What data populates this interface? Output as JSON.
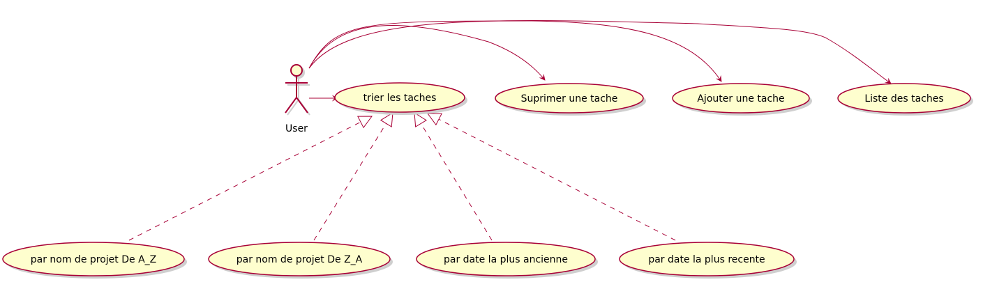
{
  "diagram": {
    "type": "use-case",
    "actor": {
      "label": "User"
    },
    "use_cases": [
      {
        "id": "trier",
        "label": "trier les taches"
      },
      {
        "id": "suprimer",
        "label": "Suprimer une tache"
      },
      {
        "id": "ajouter",
        "label": "Ajouter une tache"
      },
      {
        "id": "liste",
        "label": "Liste des taches"
      },
      {
        "id": "az",
        "label": "par nom de projet De A_Z"
      },
      {
        "id": "za",
        "label": "par nom de projet De Z_A"
      },
      {
        "id": "ancienne",
        "label": "par date la plus ancienne"
      },
      {
        "id": "recente",
        "label": "par date la plus recente"
      }
    ],
    "associations": [
      {
        "from": "User",
        "to": "trier"
      },
      {
        "from": "User",
        "to": "suprimer"
      },
      {
        "from": "User",
        "to": "ajouter"
      },
      {
        "from": "User",
        "to": "liste"
      }
    ],
    "generalizations": [
      {
        "child": "az",
        "parent": "trier"
      },
      {
        "child": "za",
        "parent": "trier"
      },
      {
        "child": "ancienne",
        "parent": "trier"
      },
      {
        "child": "recente",
        "parent": "trier"
      }
    ],
    "colors": {
      "line": "#a80036",
      "usecase_fill": "#fefece",
      "usecase_border": "#a80036",
      "shadow": "#cfcfcf",
      "text": "#000000"
    }
  }
}
